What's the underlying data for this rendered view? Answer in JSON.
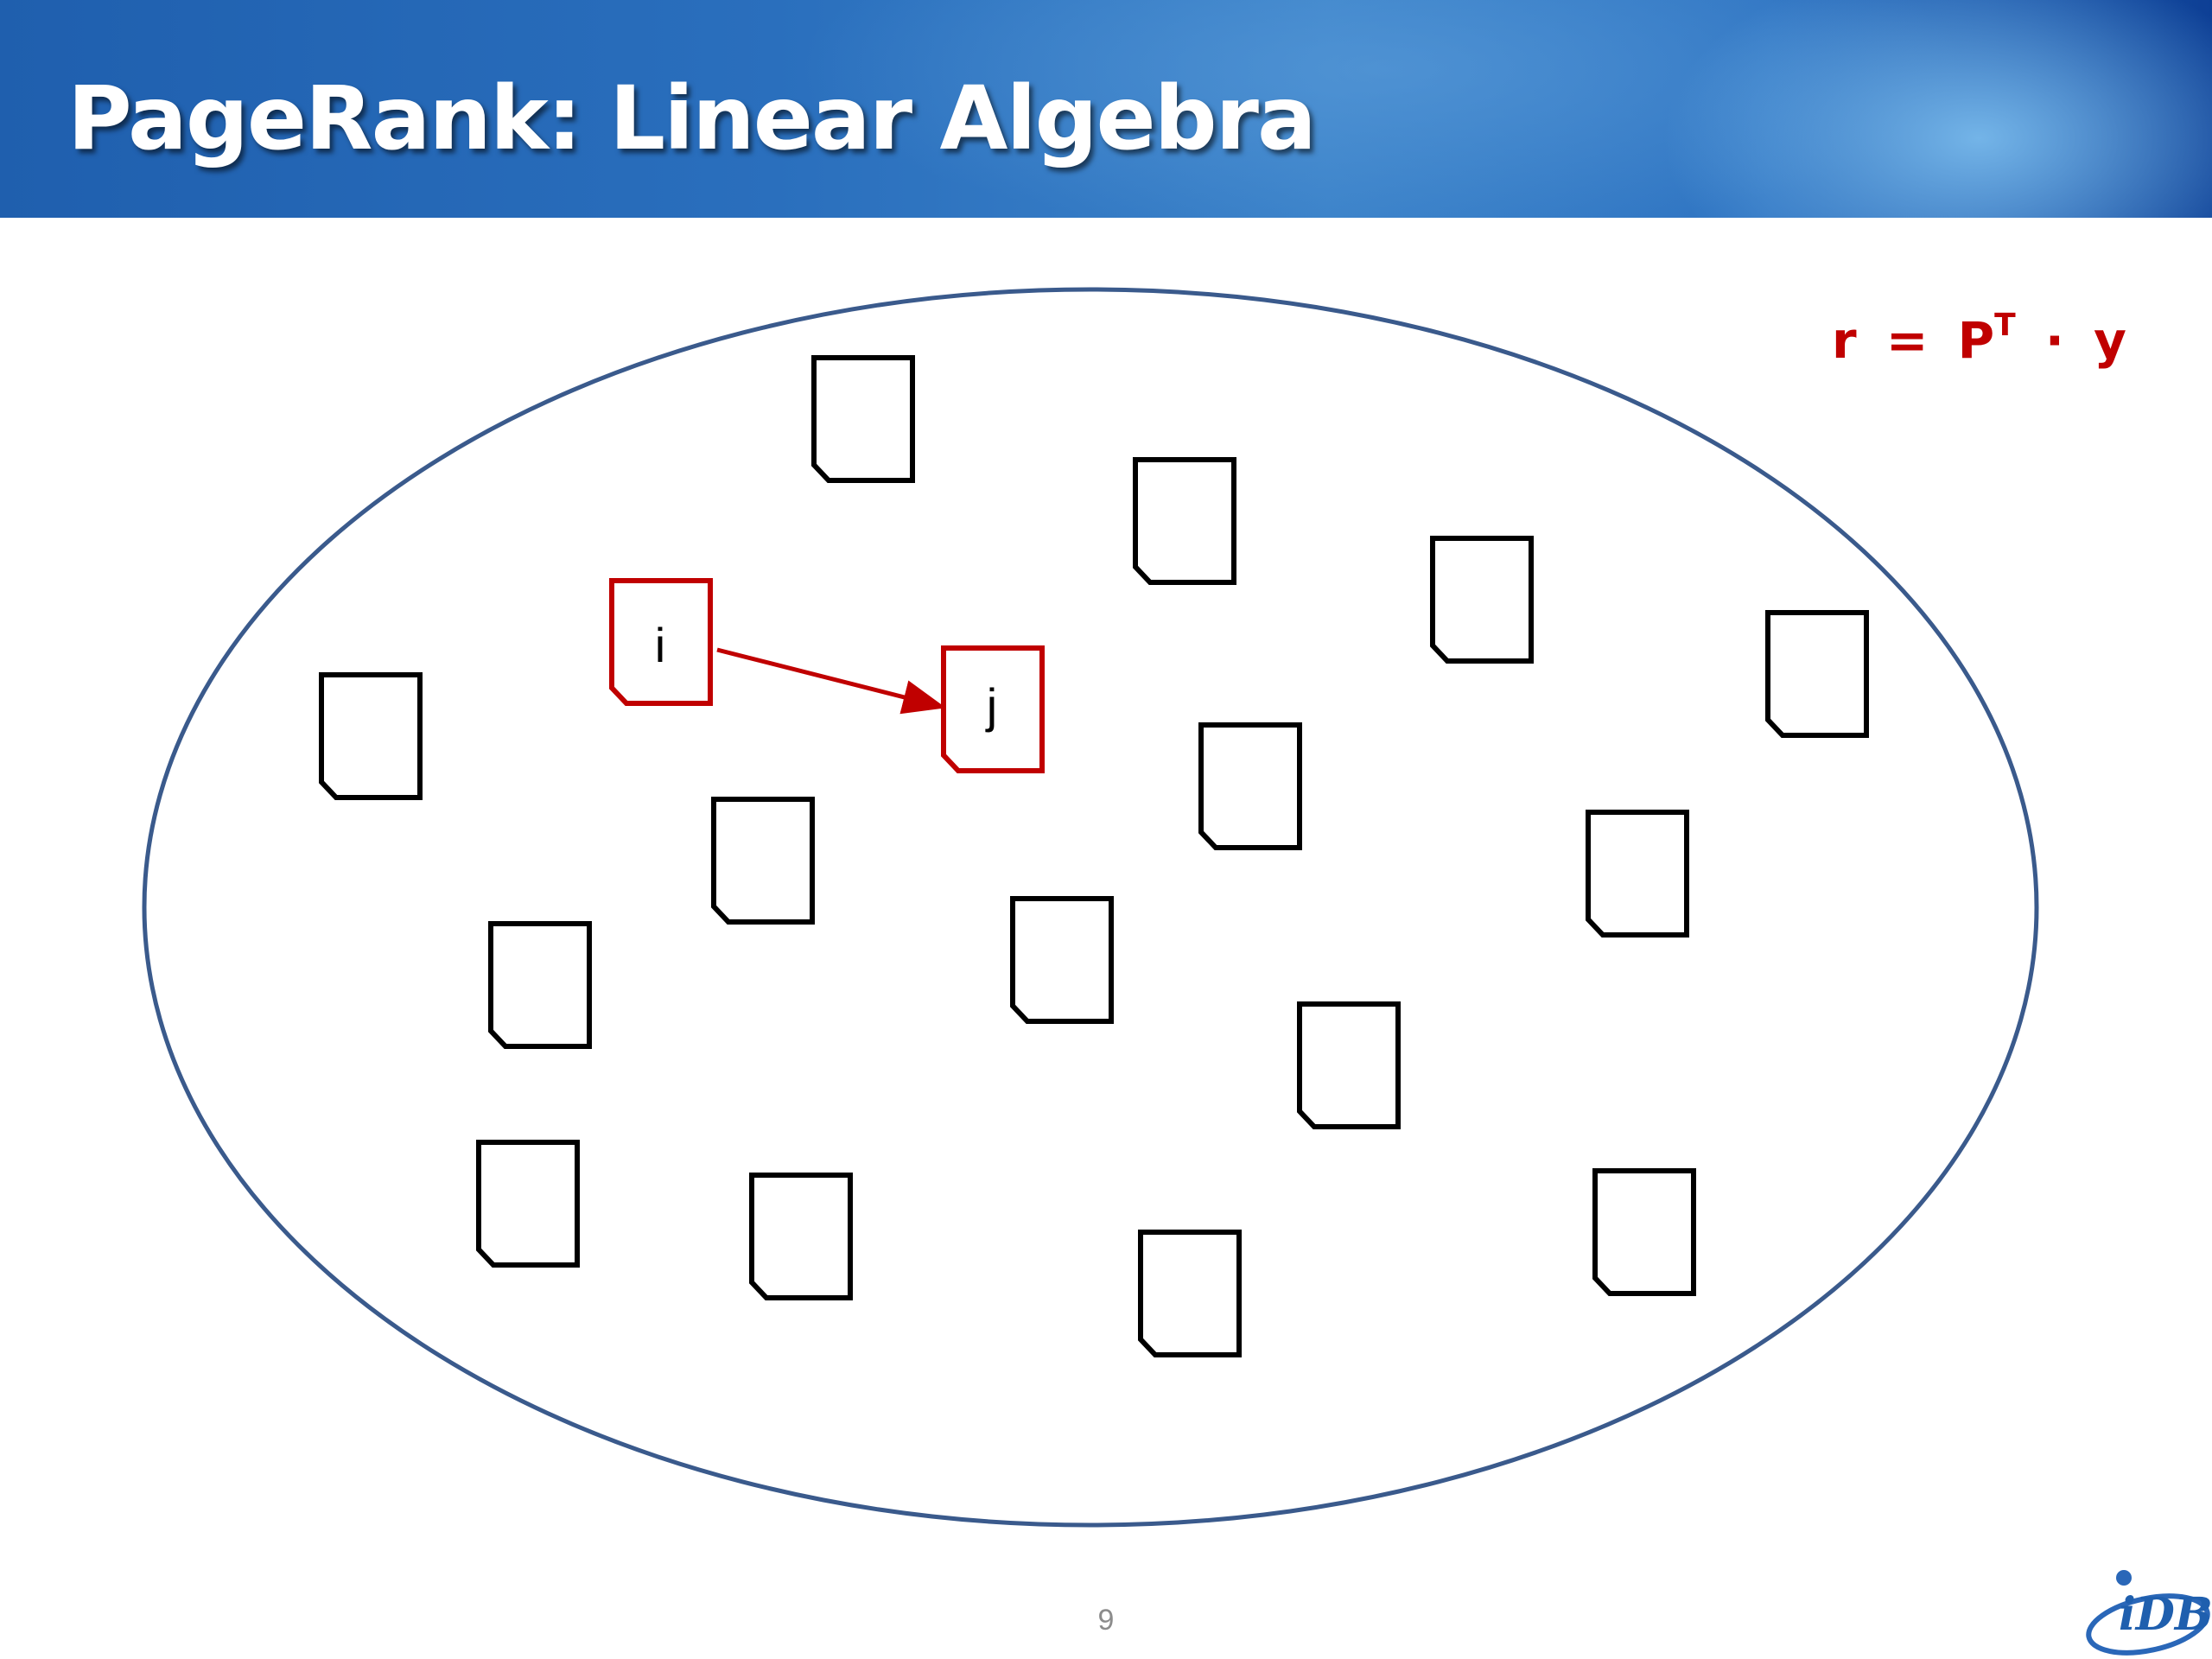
{
  "slide": {
    "title": "PageRank: Linear Algebra",
    "page_number": "9"
  },
  "formula": {
    "lhs": "r",
    "eq": "=",
    "matrix": "P",
    "superscript": "T",
    "dot": "·",
    "vector": "y"
  },
  "diagram": {
    "node_i_label": "i",
    "node_j_label": "j",
    "edge": "i → j",
    "highlight_color": "#c00000",
    "node_color": "#000000",
    "ellipse_color": "#3a5a8c"
  },
  "logo": {
    "text": "iDB"
  }
}
